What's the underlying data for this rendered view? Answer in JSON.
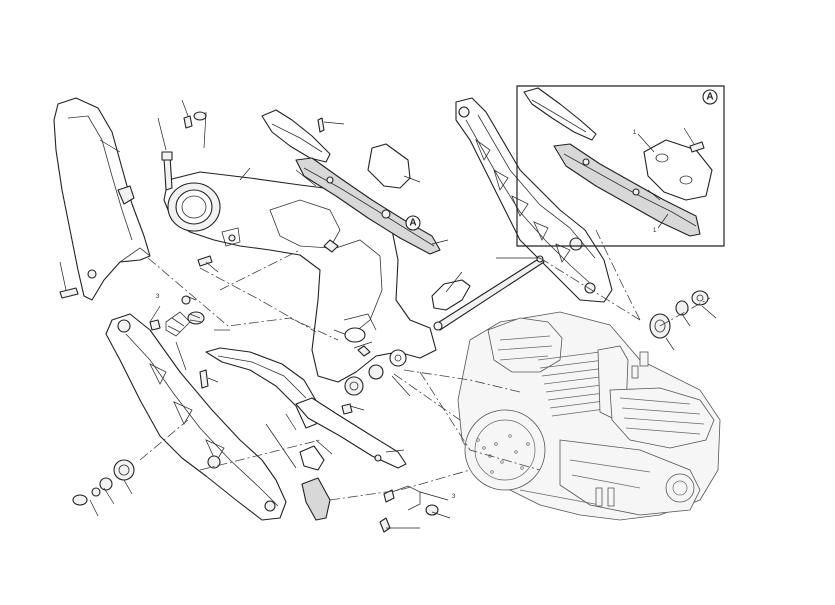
{
  "diagram": {
    "callouts": {
      "main_marker": "A",
      "inset_marker": "A"
    },
    "leader_numbers": {
      "inset_1": "1",
      "inset_2": "1",
      "stand_3": "3",
      "lower_3": "3"
    }
  }
}
